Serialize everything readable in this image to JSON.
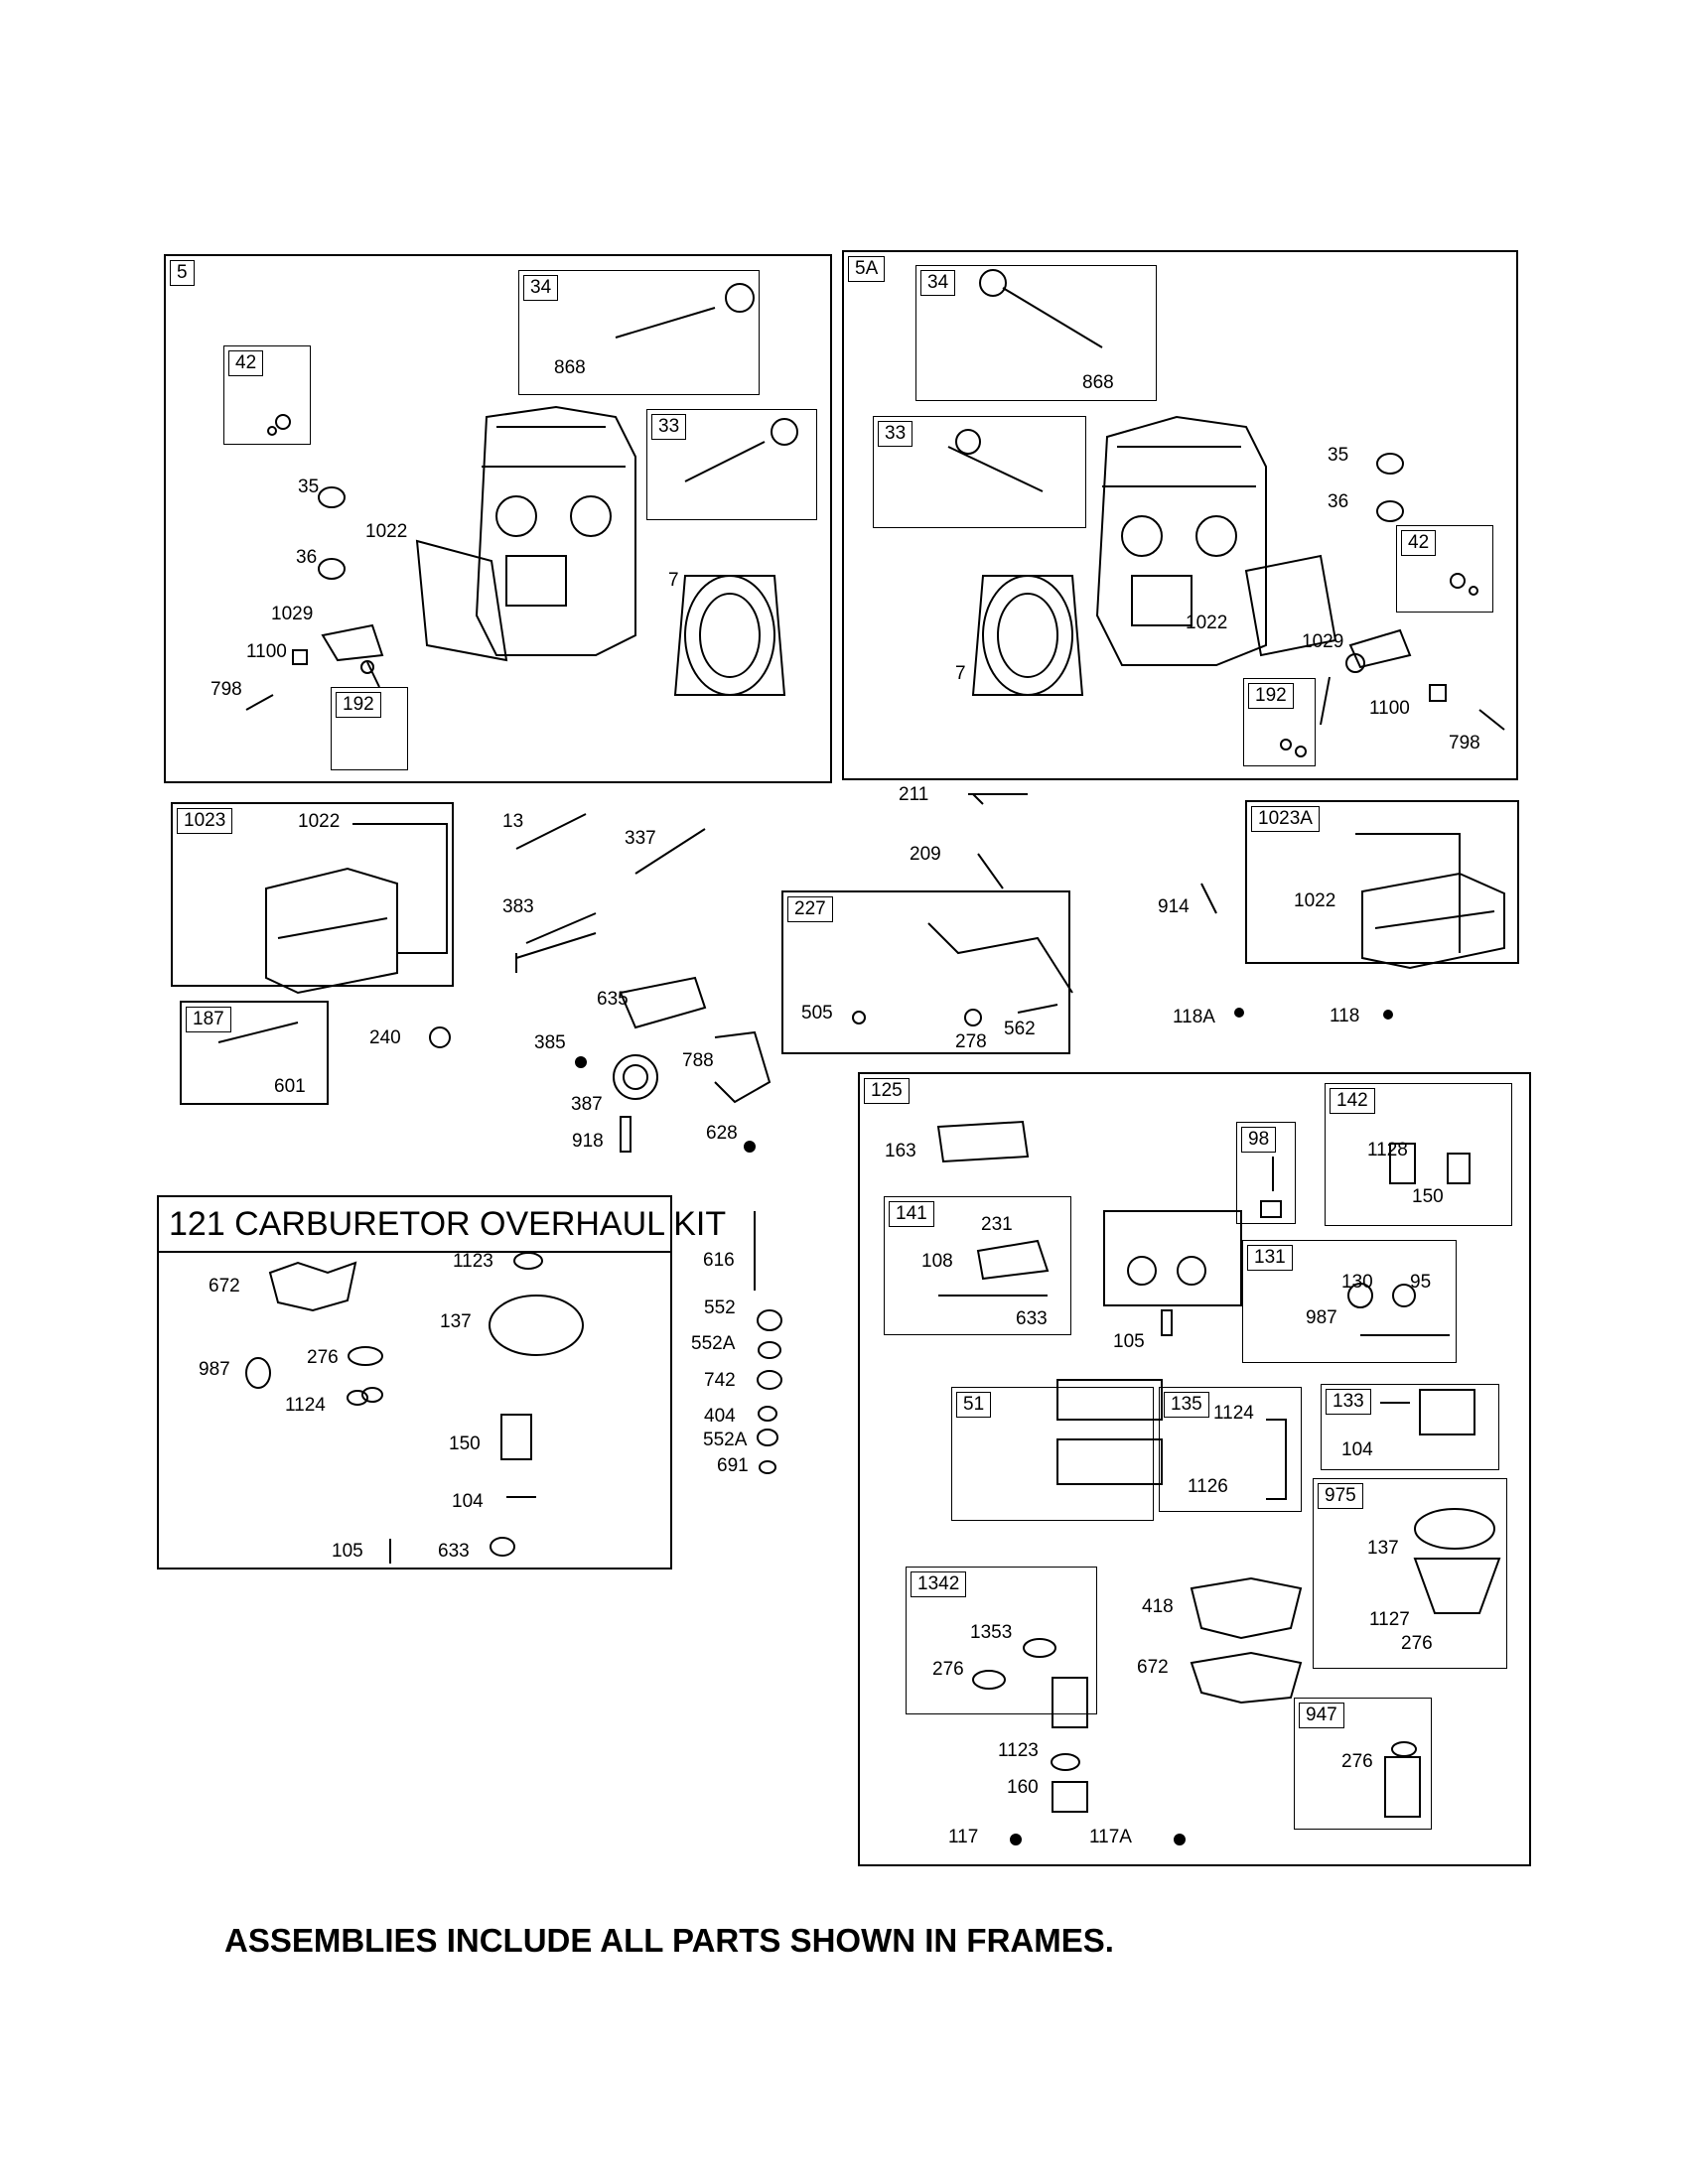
{
  "frames": {
    "f5": "5",
    "f34a": "34",
    "f42a": "42",
    "f33a": "33",
    "f192a": "192",
    "f5a": "5A",
    "f34b": "34",
    "f33b": "33",
    "f42b": "42",
    "f192b": "192",
    "f1023": "1023",
    "f1023a": "1023A",
    "f187": "187",
    "f227": "227",
    "f125": "125",
    "f98": "98",
    "f142": "142",
    "f141": "141",
    "f131": "131",
    "f51": "51",
    "f135": "135",
    "f133": "133",
    "f975": "975",
    "f1342": "1342",
    "f947": "947"
  },
  "kit_title": "121 CARBURETOR OVERHAUL KIT",
  "footer": "ASSEMBLIES INCLUDE ALL PARTS SHOWN IN FRAMES.",
  "callouts": {
    "p868a": "868",
    "p35a": "35",
    "p1022a": "1022",
    "p36a": "36",
    "p7a": "7",
    "p1029a": "1029",
    "p1100a": "1100",
    "p798a": "798",
    "p868b": "868",
    "p35b": "35",
    "p36b": "36",
    "p1022b": "1022",
    "p7b": "7",
    "p1029b": "1029",
    "p1100b": "1100",
    "p798b": "798",
    "p1022c": "1022",
    "p13": "13",
    "p337": "337",
    "p383": "383",
    "p635": "635",
    "p211": "211",
    "p209": "209",
    "p505": "505",
    "p278": "278",
    "p562": "562",
    "p914": "914",
    "p1022d": "1022",
    "p118a": "118A",
    "p118": "118",
    "p240": "240",
    "p601": "601",
    "p385": "385",
    "p387": "387",
    "p918": "918",
    "p788": "788",
    "p628": "628",
    "k1123": "1123",
    "k672": "672",
    "k137": "137",
    "k987": "987",
    "k276": "276",
    "k1124": "1124",
    "k150": "150",
    "k104": "104",
    "k105": "105",
    "k633": "633",
    "p616": "616",
    "p552": "552",
    "p552a": "552A",
    "p742": "742",
    "p404": "404",
    "p552a2": "552A",
    "p691": "691",
    "c163": "163",
    "c1128": "1128",
    "c150": "150",
    "c231": "231",
    "c108": "108",
    "c633": "633",
    "c105": "105",
    "c130": "130",
    "c95": "95",
    "c987": "987",
    "c1124": "1124",
    "c1126": "1126",
    "c104": "104",
    "c137": "137",
    "c1127": "1127",
    "c276a": "276",
    "c1353": "1353",
    "c276b": "276",
    "c418": "418",
    "c672": "672",
    "c276c": "276",
    "c1123": "1123",
    "c160": "160",
    "c117": "117",
    "c117a": "117A"
  }
}
